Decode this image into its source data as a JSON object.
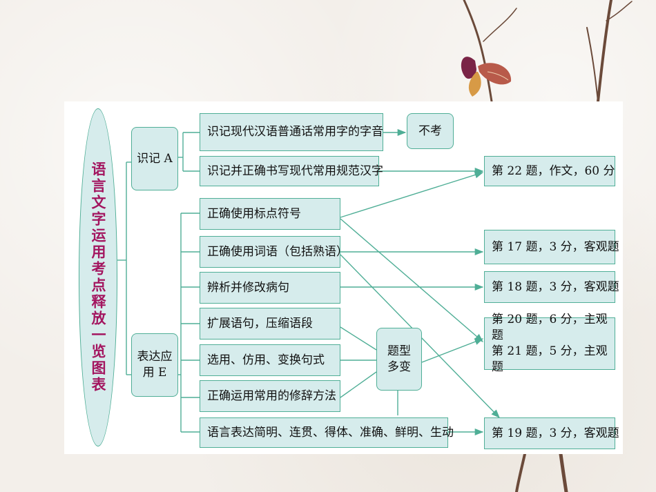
{
  "colors": {
    "box_fill": "#d6ecec",
    "line": "#4fae96",
    "title_text": "#a3155f"
  },
  "diagram": {
    "title": "语言文字运用考点释放一览图表",
    "groups": [
      {
        "label": "识记 A"
      },
      {
        "label_line1": "表达应",
        "label_line2": "用 E"
      }
    ],
    "items": [
      "识记现代汉语普通话常用字的字音",
      "识记并正确书写现代常用规范汉字",
      "正确使用标点符号",
      "正确使用词语（包括熟语）",
      "辨析并修改病句",
      "扩展语句，压缩语段",
      "选用、仿用、变换句式",
      "正确运用常用的修辞方法",
      "语言表达简明、连贯、得体、准确、鲜明、生动"
    ],
    "hub": {
      "line1": "题型",
      "line2": "多变"
    },
    "not_tested": "不考",
    "results": [
      "第 22 题，作文，60 分",
      "第 17 题，3 分，客观题",
      "第 18 题，3 分，客观题",
      "第 20 题，6 分，主观题",
      "第 21 题，5 分，主观题",
      "第 19 题，3 分，客观题"
    ]
  }
}
